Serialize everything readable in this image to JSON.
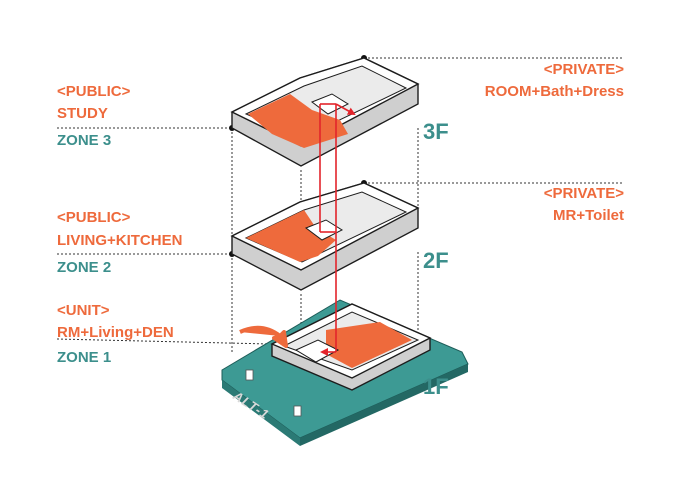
{
  "colors": {
    "accent_orange": "#ee6a3c",
    "accent_teal": "#3c8f8c",
    "site_green": "#3d9a94",
    "wall_top": "#ffffff",
    "wall_side": "#cfcfcf",
    "floor_fill": "#ebebeb",
    "outline": "#1d1d1d",
    "route_red": "#e3242b"
  },
  "zones": {
    "zone3": {
      "tag": "<PUBLIC>",
      "program": "STUDY",
      "zone": "ZONE 3"
    },
    "zone2": {
      "tag": "<PUBLIC>",
      "program": "LIVING+KITCHEN",
      "zone": "ZONE 2"
    },
    "zone1": {
      "tag": "<UNIT>",
      "program": "RM+Living+DEN",
      "zone": "ZONE 1"
    }
  },
  "private": {
    "floor3": {
      "tag": "<PRIVATE>",
      "program": "ROOM+Bath+Dress"
    },
    "floor2": {
      "tag": "<PRIVATE>",
      "program": "MR+Toilet"
    }
  },
  "floors": {
    "f3": "3F",
    "f2": "2F",
    "f1": "1F"
  },
  "site_label": "ALT-1",
  "icons": {
    "entry": "curved-entry-arrow-icon",
    "circulation": "vertical-circulation-arrow-icon"
  }
}
